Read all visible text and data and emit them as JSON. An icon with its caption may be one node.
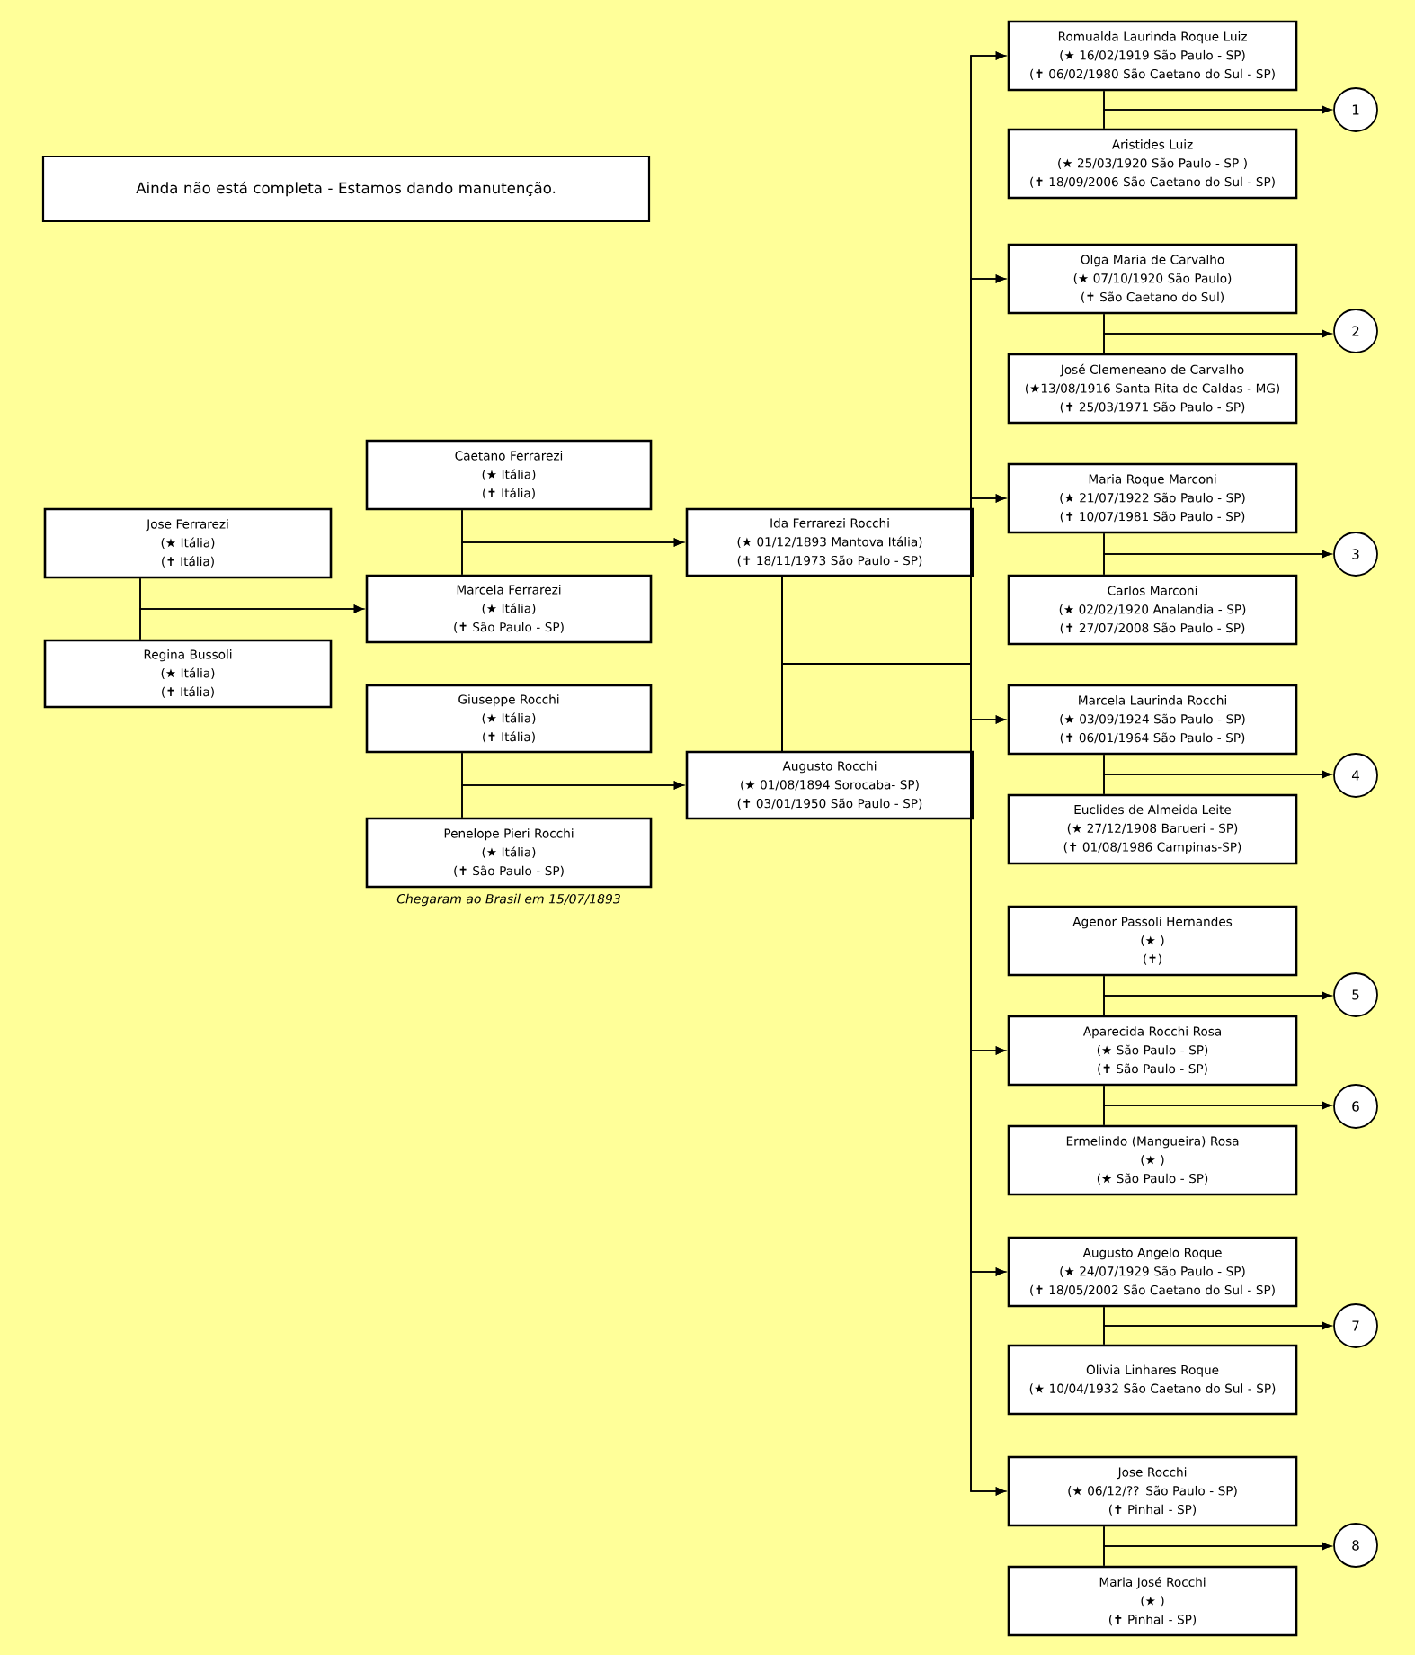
{
  "diagram": {
    "nodes": [
      {
        "text": [
          "Ainda não está completa - Estamos dando manutenção."
        ]
      },
      {
        "text": [
          "Jose Ferrarezi",
          "(★ Itália)",
          "(✝ Itália)"
        ]
      },
      {
        "text": [
          "Regina Bussoli",
          "(★ Itália)",
          "(✝ Itália)"
        ]
      },
      {
        "text": [
          "Caetano Ferrarezi",
          "(★ Itália)",
          "(✝ Itália)"
        ]
      },
      {
        "text": [
          "Marcela Ferrarezi",
          "(★ Itália)",
          "(✝ São Paulo - SP)"
        ]
      },
      {
        "text": [
          "Giuseppe Rocchi",
          "(★ Itália)",
          "(✝ Itália)"
        ]
      },
      {
        "text": [
          "Penelope Pieri Rocchi",
          "(★ Itália)",
          "(✝ São Paulo - SP)"
        ],
        "beside": [
          "Chegaram ao Brasil em 15/07/1893"
        ]
      },
      {
        "text": [
          "Ida Ferrarezi Rocchi",
          "(★ 01/12/1893 Mantova Itália)",
          "(✝ 18/11/1973 São Paulo - SP)"
        ]
      },
      {
        "text": [
          "Augusto Rocchi",
          "(★ 01/08/1894 Sorocaba- SP)",
          "(✝ 03/01/1950 São Paulo - SP)"
        ]
      },
      {
        "text": [
          "Romualda Laurinda Roque Luiz",
          "(★ 16/02/1919 São Paulo - SP)",
          "(✝ 06/02/1980 São Caetano do Sul - SP)"
        ]
      },
      {
        "text": [
          "Aristides Luiz",
          "(★ 25/03/1920 São Paulo - SP )",
          "(✝ 18/09/2006 São Caetano do Sul - SP)"
        ]
      },
      {
        "text": [
          "Olga Maria de Carvalho",
          "(★ 07/10/1920 São Paulo)",
          "(✝ São Caetano do Sul)"
        ]
      },
      {
        "text": [
          "José Clemeneano de Carvalho",
          "(★13/08/1916 Santa Rita de Caldas - MG)",
          "(✝ 25/03/1971 São Paulo - SP)"
        ]
      },
      {
        "text": [
          "Maria Roque Marconi",
          "(★ 21/07/1922 São Paulo - SP)",
          "(✝ 10/07/1981 São Paulo - SP)"
        ]
      },
      {
        "text": [
          "Carlos Marconi",
          "(★ 02/02/1920 Analandia - SP)",
          "(✝ 27/07/2008 São Paulo - SP)"
        ]
      },
      {
        "text": [
          "Marcela Laurinda Rocchi",
          "(★ 03/09/1924 São Paulo - SP)",
          "(✝ 06/01/1964 São Paulo - SP)"
        ]
      },
      {
        "text": [
          "Euclides de Almeida Leite",
          "(★ 27/12/1908 Barueri - SP)",
          "(✝ 01/08/1986 Campinas-SP)"
        ]
      },
      {
        "text": [
          "Agenor Passoli Hernandes",
          "(★ )",
          "(✝)"
        ]
      },
      {
        "text": [
          "Aparecida Rocchi Rosa",
          "(★ São Paulo - SP)",
          "(✝ São Paulo - SP)"
        ]
      },
      {
        "text": [
          "Ermelindo (Mangueira) Rosa",
          "(★ )",
          "(★ São Paulo - SP)"
        ]
      },
      {
        "text": [
          "Augusto Angelo Roque",
          "(★ 24/07/1929 São Paulo - SP)",
          "(✝ 18/05/2002 São Caetano do Sul - SP)"
        ]
      },
      {
        "text": [
          "Olivia Linhares Roque",
          "(★ 10/04/1932 São Caetano do Sul - SP)"
        ]
      },
      {
        "text": [
          "Jose Rocchi",
          "(★ 06/12/?? São Paulo - SP)",
          "(✝ Pinhal - SP)"
        ]
      },
      {
        "text": [
          "Maria José Rocchi",
          "(★ )",
          "(✝ Pinhal - SP)"
        ]
      },
      {
        "text": [
          "1"
        ]
      },
      {
        "text": [
          "2"
        ]
      },
      {
        "text": [
          "3"
        ]
      },
      {
        "text": [
          "4"
        ]
      },
      {
        "text": [
          "5"
        ]
      },
      {
        "text": [
          "6"
        ]
      },
      {
        "text": [
          "7"
        ]
      },
      {
        "text": [
          "8"
        ]
      }
    ],
    "edges": [
      {
        "from": 1,
        "to": 2,
        "arrow": "none"
      },
      {
        "from": 3,
        "to": 4,
        "arrow": "none"
      },
      {
        "from": 5,
        "to": 6,
        "arrow": "none"
      },
      {
        "from": 7,
        "to": 8,
        "arrow": "none"
      },
      {
        "from": 9,
        "to": 10,
        "arrow": "none"
      },
      {
        "from": 11,
        "to": 12,
        "arrow": "none"
      },
      {
        "from": 13,
        "to": 14,
        "arrow": "none"
      },
      {
        "from": 15,
        "to": 16,
        "arrow": "none"
      },
      {
        "from": 17,
        "to": 18,
        "arrow": "none"
      },
      {
        "from": 18,
        "to": 19,
        "arrow": "none"
      },
      {
        "from": 20,
        "to": 21,
        "arrow": "none"
      },
      {
        "from": 22,
        "to": 23,
        "arrow": "none"
      },
      {
        "from": 1,
        "to": 4,
        "arrow": "to"
      },
      {
        "from": 2,
        "to": 4,
        "arrow": "to"
      },
      {
        "from": 3,
        "to": 7,
        "arrow": "to"
      },
      {
        "from": 4,
        "to": 7,
        "arrow": "to"
      },
      {
        "from": 5,
        "to": 8,
        "arrow": "to"
      },
      {
        "from": 6,
        "to": 8,
        "arrow": "to"
      },
      {
        "from": 7,
        "to": 9,
        "arrow": "to"
      },
      {
        "from": 8,
        "to": 9,
        "arrow": "to"
      },
      {
        "from": 7,
        "to": 11,
        "arrow": "to"
      },
      {
        "from": 8,
        "to": 11,
        "arrow": "to"
      },
      {
        "from": 7,
        "to": 13,
        "arrow": "to"
      },
      {
        "from": 8,
        "to": 13,
        "arrow": "to"
      },
      {
        "from": 7,
        "to": 15,
        "arrow": "to"
      },
      {
        "from": 8,
        "to": 15,
        "arrow": "to"
      },
      {
        "from": 7,
        "to": 18,
        "arrow": "to"
      },
      {
        "from": 8,
        "to": 18,
        "arrow": "to"
      },
      {
        "from": 7,
        "to": 20,
        "arrow": "to"
      },
      {
        "from": 8,
        "to": 20,
        "arrow": "to"
      },
      {
        "from": 7,
        "to": 22,
        "arrow": "to"
      },
      {
        "from": 8,
        "to": 22,
        "arrow": "to"
      },
      {
        "from": 9,
        "to": 24,
        "arrow": "to"
      },
      {
        "from": 10,
        "to": 24,
        "arrow": "to"
      },
      {
        "from": 11,
        "to": 25,
        "arrow": "to"
      },
      {
        "from": 12,
        "to": 25,
        "arrow": "to"
      },
      {
        "from": 13,
        "to": 26,
        "arrow": "to"
      },
      {
        "from": 14,
        "to": 26,
        "arrow": "to"
      },
      {
        "from": 15,
        "to": 27,
        "arrow": "to"
      },
      {
        "from": 16,
        "to": 27,
        "arrow": "to"
      },
      {
        "from": 17,
        "to": 28,
        "arrow": "to"
      },
      {
        "from": 18,
        "to": 28,
        "arrow": "to"
      },
      {
        "from": 18,
        "to": 29,
        "arrow": "to"
      },
      {
        "from": 19,
        "to": 29,
        "arrow": "to"
      },
      {
        "from": 20,
        "to": 30,
        "arrow": "to"
      },
      {
        "from": 21,
        "to": 30,
        "arrow": "to"
      },
      {
        "from": 22,
        "to": 31,
        "arrow": "to"
      },
      {
        "from": 23,
        "to": 31,
        "arrow": "to"
      }
    ]
  }
}
